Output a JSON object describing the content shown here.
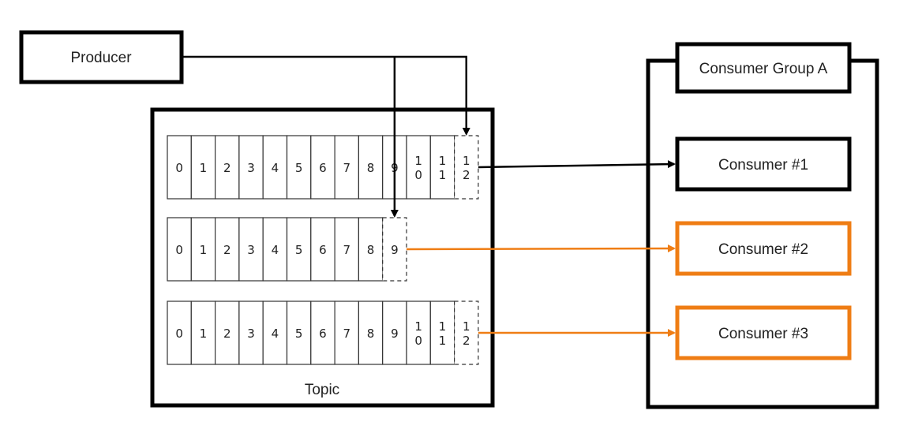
{
  "producer": {
    "label": "Producer"
  },
  "topic": {
    "label": "Topic"
  },
  "consumer_group": {
    "title": "Consumer Group A",
    "consumers": [
      {
        "label": "Consumer #1",
        "highlight": false
      },
      {
        "label": "Consumer #2",
        "highlight": true
      },
      {
        "label": "Consumer #3",
        "highlight": true
      }
    ]
  },
  "partitions": [
    {
      "cells": [
        "0",
        "1",
        "2",
        "3",
        "4",
        "5",
        "6",
        "7",
        "8",
        "9",
        "1\n0",
        "1\n1"
      ],
      "pending": "1\n2",
      "consumer": 0
    },
    {
      "cells": [
        "0",
        "1",
        "2",
        "3",
        "4",
        "5",
        "6",
        "7",
        "8"
      ],
      "pending": "9",
      "consumer": 1
    },
    {
      "cells": [
        "0",
        "1",
        "2",
        "3",
        "4",
        "5",
        "6",
        "7",
        "8",
        "9",
        "1\n0",
        "1\n1"
      ],
      "pending": "1\n2",
      "consumer": 2
    }
  ],
  "colors": {
    "stroke": "#000000",
    "accent": "#ef7d14",
    "cell_border": "#333333"
  }
}
